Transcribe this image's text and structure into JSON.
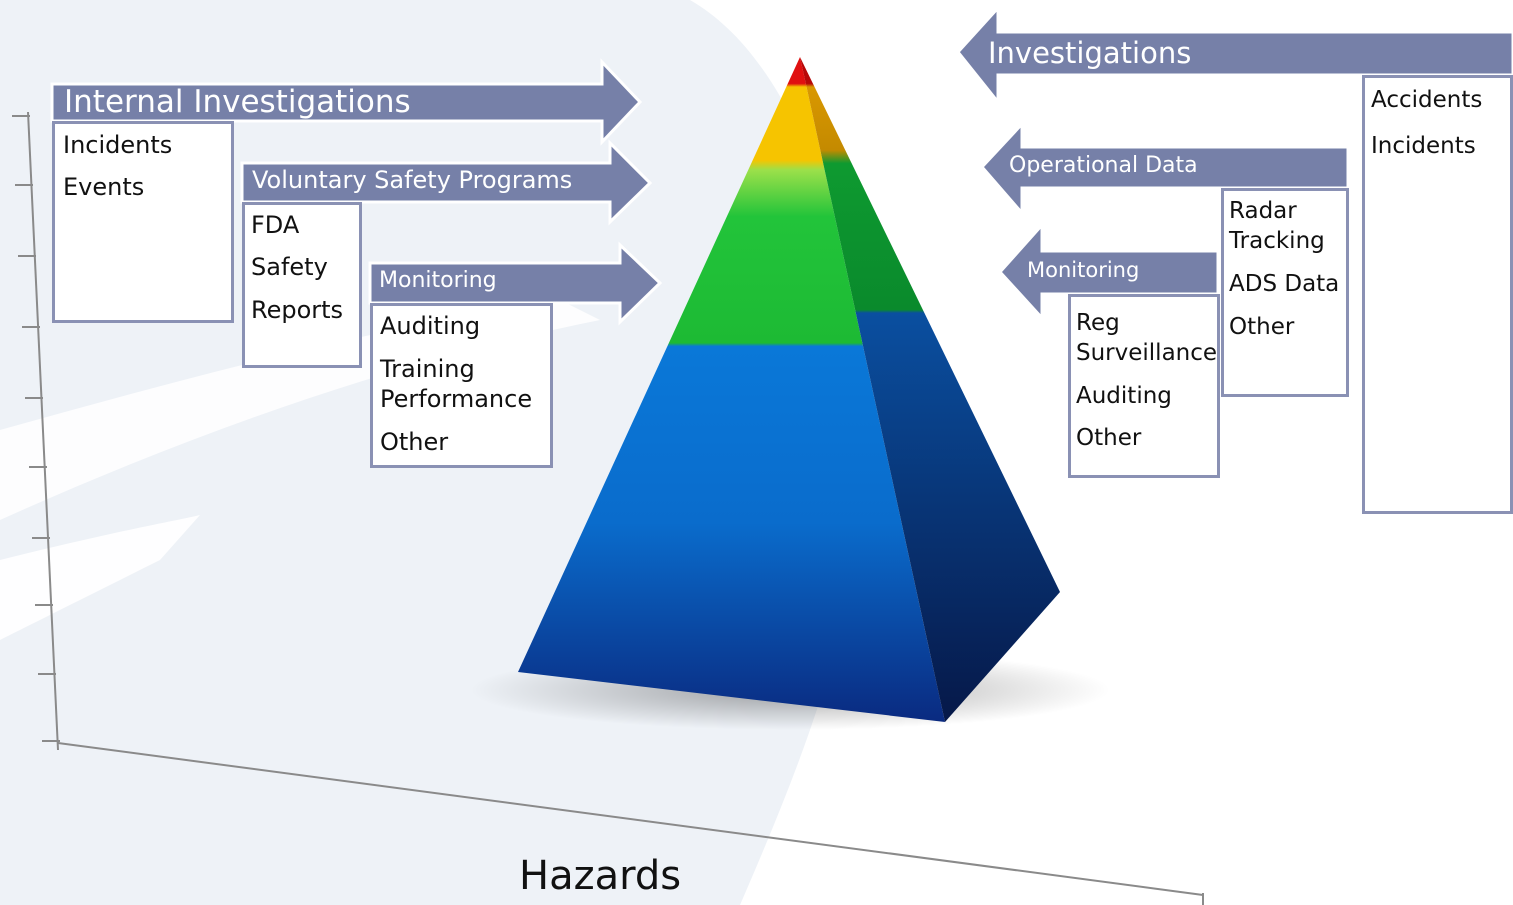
{
  "axis": {
    "label": "Hazards"
  },
  "left": {
    "internal_investigations": {
      "title": "Internal Investigations",
      "items": [
        "Incidents",
        "Events"
      ]
    },
    "voluntary_safety_programs": {
      "title": "Voluntary Safety Programs",
      "items": [
        "FDA",
        "Safety",
        "Reports"
      ]
    },
    "monitoring": {
      "title": "Monitoring",
      "items": [
        "Auditing",
        "Training",
        "Performance",
        "Other"
      ]
    }
  },
  "right": {
    "investigations": {
      "title": "Investigations",
      "items": [
        "Accidents",
        "Incidents"
      ]
    },
    "operational_data": {
      "title": "Operational Data",
      "items": [
        "Radar",
        "Tracking",
        "ADS Data",
        "Other"
      ]
    },
    "monitoring": {
      "title": "Monitoring",
      "items": [
        "Reg",
        "Surveillance",
        "Auditing",
        "Other"
      ]
    }
  },
  "colors": {
    "arrow_fill": "#7680a8",
    "box_border": "#8a91b4",
    "pyramid_red": "#e01010",
    "pyramid_yellow": "#f6c400",
    "pyramid_green": "#22c43a",
    "pyramid_blue": "#0a6fd0",
    "pyramid_navy": "#0a2a80"
  }
}
